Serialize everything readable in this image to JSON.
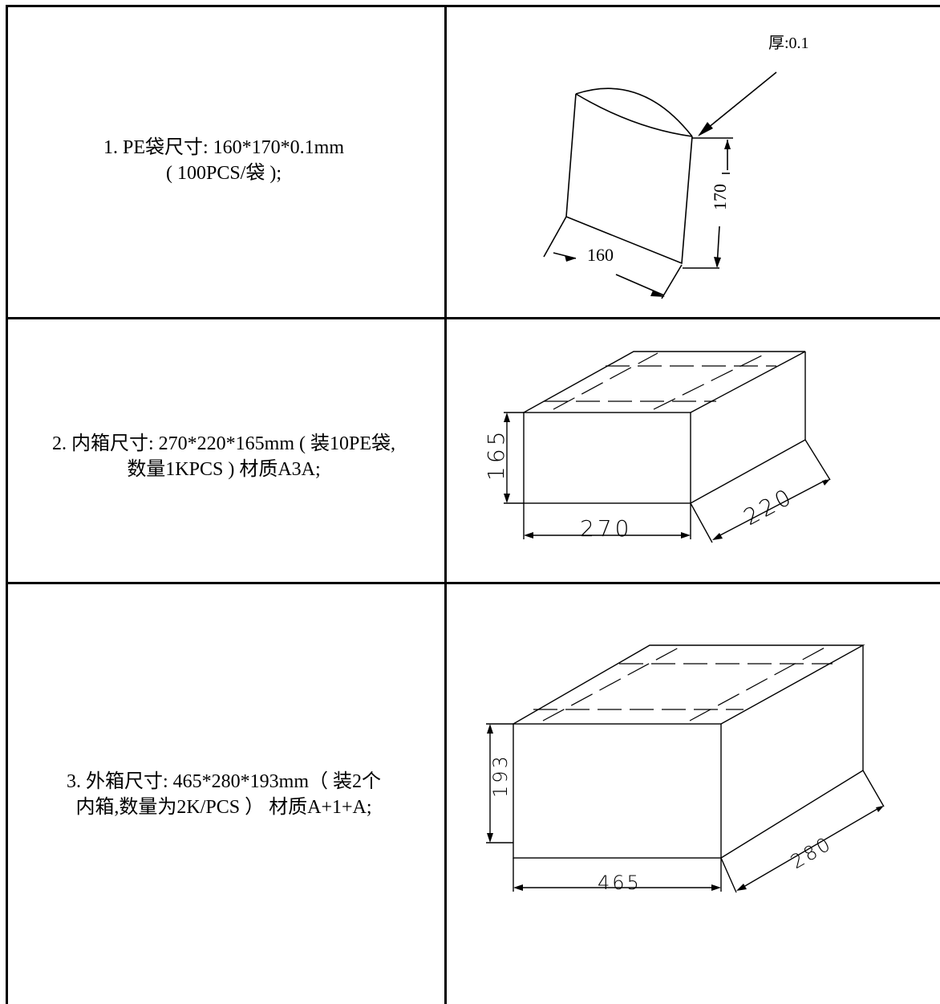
{
  "rows": [
    {
      "text_lines": [
        "1. PE袋尺寸: 160*170*0.1mm",
        "( 100PCS/袋 );"
      ],
      "drawing": {
        "thickness_label": "厚:0.1",
        "width_label": "160",
        "height_label": "170"
      }
    },
    {
      "text_lines": [
        "2. 内箱尺寸: 270*220*165mm ( 装10PE袋,",
        "数量1KPCS ) 材质A3A;"
      ],
      "drawing": {
        "length_label": "270",
        "width_label": "220",
        "height_label": "165"
      }
    },
    {
      "text_lines": [
        "3. 外箱尺寸: 465*280*193mm（ 装2个",
        "内箱,数量为2K/PCS ） 材质A+1+A;"
      ],
      "drawing": {
        "length_label": "465",
        "width_label": "280",
        "height_label": "193"
      }
    }
  ]
}
